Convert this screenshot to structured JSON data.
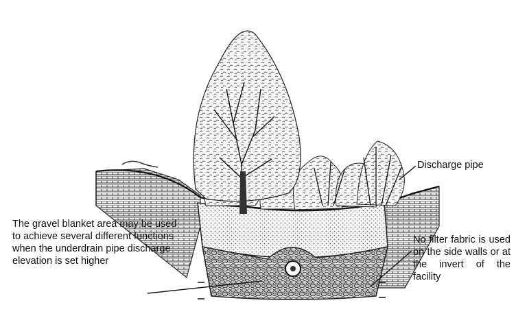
{
  "labels": {
    "discharge_pipe": "Discharge pipe",
    "gravel_blanket": "The gravel blanket area may be used to achieve several different functions when the underdrain pipe discharge elevation is set higher",
    "no_filter_fabric": "No filter fabric is used on the side walls or at the invert of the facility"
  },
  "colors": {
    "ink": "#1a1a1a",
    "soil": "#e8e8e8",
    "gravel": "#cfcfcf",
    "foliage": "#f2f2f2"
  }
}
